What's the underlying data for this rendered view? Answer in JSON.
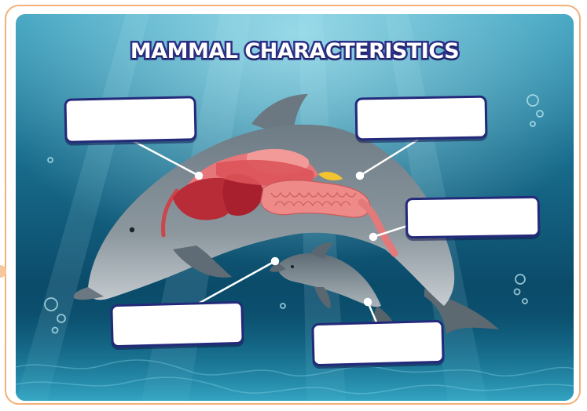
{
  "title": "MAMMAL CHARACTERISTICS",
  "colors": {
    "frame_border": "#f2b07a",
    "box_border": "#242a7a",
    "title_outline": "#2b2f86",
    "water_deep": "#0a3f5c",
    "water_light": "#3aa3bf",
    "dolphin_body": "#7d8a92",
    "organs": "#d94b4f"
  },
  "label_boxes": [
    {
      "id": "box1",
      "value": "",
      "points_to": "heart-lungs"
    },
    {
      "id": "box2",
      "value": "",
      "points_to": "dolphin-skin"
    },
    {
      "id": "box3",
      "value": "",
      "points_to": "dolphin-belly"
    },
    {
      "id": "box4",
      "value": "",
      "points_to": "calf-blowhole"
    },
    {
      "id": "box5",
      "value": "",
      "points_to": "calf-body"
    }
  ],
  "icons": [
    "dolphin-illustration",
    "calf-dolphin-illustration",
    "organs-illustration",
    "bubbles-icon"
  ]
}
